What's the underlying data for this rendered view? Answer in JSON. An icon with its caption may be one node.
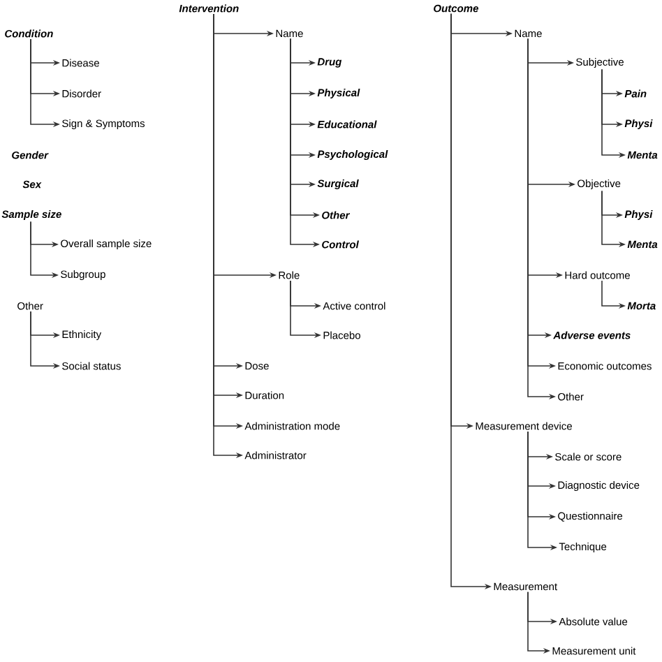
{
  "diagram": {
    "nodes": [
      {
        "text": [
          "Condition"
        ]
      },
      {
        "text": [
          "Disease"
        ]
      },
      {
        "text": [
          "Disorder"
        ]
      },
      {
        "text": [
          "Sign & Symptoms"
        ]
      },
      {
        "text": [
          "Gender"
        ]
      },
      {
        "text": [
          "Sex"
        ]
      },
      {
        "text": [
          "Sample size"
        ]
      },
      {
        "text": [
          "Overall sample size"
        ]
      },
      {
        "text": [
          "Subgroup"
        ]
      },
      {
        "text": [
          "Other"
        ]
      },
      {
        "text": [
          "Ethnicity"
        ]
      },
      {
        "text": [
          "Social status"
        ]
      },
      {
        "text": [
          "Intervention"
        ]
      },
      {
        "text": [
          "Name"
        ]
      },
      {
        "text": [
          "Drug"
        ]
      },
      {
        "text": [
          "Physical"
        ]
      },
      {
        "text": [
          "Educational"
        ]
      },
      {
        "text": [
          "Psychological"
        ]
      },
      {
        "text": [
          "Surgical"
        ]
      },
      {
        "text": [
          "Other"
        ]
      },
      {
        "text": [
          "Control"
        ]
      },
      {
        "text": [
          "Role"
        ]
      },
      {
        "text": [
          "Active control"
        ]
      },
      {
        "text": [
          "Placebo"
        ]
      },
      {
        "text": [
          "Dose"
        ]
      },
      {
        "text": [
          "Duration"
        ]
      },
      {
        "text": [
          "Administration mode"
        ]
      },
      {
        "text": [
          "Administrator"
        ]
      },
      {
        "text": [
          "Outcome"
        ]
      },
      {
        "text": [
          "Name"
        ]
      },
      {
        "text": [
          "Subjective"
        ]
      },
      {
        "text": [
          "Pain"
        ]
      },
      {
        "text": [
          "Physi"
        ]
      },
      {
        "text": [
          "Menta"
        ]
      },
      {
        "text": [
          "Objective"
        ]
      },
      {
        "text": [
          "Physi"
        ]
      },
      {
        "text": [
          "Menta"
        ]
      },
      {
        "text": [
          "Hard outcome"
        ]
      },
      {
        "text": [
          "Morta"
        ]
      },
      {
        "text": [
          "Adverse events"
        ]
      },
      {
        "text": [
          "Economic outcomes"
        ]
      },
      {
        "text": [
          "Other"
        ]
      },
      {
        "text": [
          "Measurement device"
        ]
      },
      {
        "text": [
          "Scale or score"
        ]
      },
      {
        "text": [
          "Diagnostic device"
        ]
      },
      {
        "text": [
          "Questionnaire"
        ]
      },
      {
        "text": [
          "Technique"
        ]
      },
      {
        "text": [
          "Measurement"
        ]
      },
      {
        "text": [
          "Absolute value"
        ]
      },
      {
        "text": [
          "Measurement unit"
        ]
      }
    ],
    "edges": [
      {
        "from": 0,
        "to": 1,
        "arrow": "to"
      },
      {
        "from": 0,
        "to": 2,
        "arrow": "to"
      },
      {
        "from": 0,
        "to": 3,
        "arrow": "to"
      },
      {
        "from": 6,
        "to": 7,
        "arrow": "to"
      },
      {
        "from": 6,
        "to": 8,
        "arrow": "to"
      },
      {
        "from": 9,
        "to": 10,
        "arrow": "to"
      },
      {
        "from": 9,
        "to": 11,
        "arrow": "to"
      },
      {
        "from": 12,
        "to": 13,
        "arrow": "to"
      },
      {
        "from": 13,
        "to": 14,
        "arrow": "to"
      },
      {
        "from": 13,
        "to": 15,
        "arrow": "to"
      },
      {
        "from": 13,
        "to": 16,
        "arrow": "to"
      },
      {
        "from": 13,
        "to": 17,
        "arrow": "to"
      },
      {
        "from": 13,
        "to": 18,
        "arrow": "to"
      },
      {
        "from": 13,
        "to": 19,
        "arrow": "to"
      },
      {
        "from": 13,
        "to": 20,
        "arrow": "to"
      },
      {
        "from": 12,
        "to": 21,
        "arrow": "to"
      },
      {
        "from": 21,
        "to": 22,
        "arrow": "to"
      },
      {
        "from": 21,
        "to": 23,
        "arrow": "to"
      },
      {
        "from": 12,
        "to": 24,
        "arrow": "to"
      },
      {
        "from": 12,
        "to": 25,
        "arrow": "to"
      },
      {
        "from": 12,
        "to": 26,
        "arrow": "to"
      },
      {
        "from": 12,
        "to": 27,
        "arrow": "to"
      },
      {
        "from": 28,
        "to": 29,
        "arrow": "to"
      },
      {
        "from": 29,
        "to": 30,
        "arrow": "to"
      },
      {
        "from": 30,
        "to": 31,
        "arrow": "to"
      },
      {
        "from": 30,
        "to": 32,
        "arrow": "to"
      },
      {
        "from": 30,
        "to": 33,
        "arrow": "to"
      },
      {
        "from": 29,
        "to": 34,
        "arrow": "to"
      },
      {
        "from": 34,
        "to": 35,
        "arrow": "to"
      },
      {
        "from": 34,
        "to": 36,
        "arrow": "to"
      },
      {
        "from": 29,
        "to": 37,
        "arrow": "to"
      },
      {
        "from": 37,
        "to": 38,
        "arrow": "to"
      },
      {
        "from": 29,
        "to": 39,
        "arrow": "to"
      },
      {
        "from": 29,
        "to": 40,
        "arrow": "to"
      },
      {
        "from": 29,
        "to": 41,
        "arrow": "to"
      },
      {
        "from": 28,
        "to": 42,
        "arrow": "to"
      },
      {
        "from": 42,
        "to": 43,
        "arrow": "to"
      },
      {
        "from": 42,
        "to": 44,
        "arrow": "to"
      },
      {
        "from": 42,
        "to": 45,
        "arrow": "to"
      },
      {
        "from": 42,
        "to": 46,
        "arrow": "to"
      },
      {
        "from": 28,
        "to": 47,
        "arrow": "to"
      },
      {
        "from": 47,
        "to": 48,
        "arrow": "to"
      },
      {
        "from": 47,
        "to": 49,
        "arrow": "to"
      }
    ]
  }
}
